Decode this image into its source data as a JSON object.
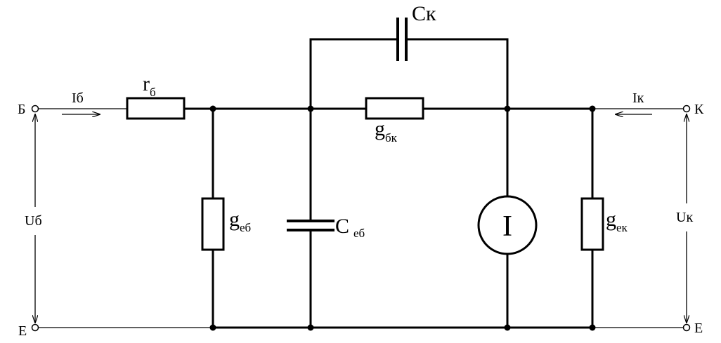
{
  "terminals": {
    "base": "Б",
    "emitter_left": "Е",
    "collector": "К",
    "emitter_right": "Е"
  },
  "currents": {
    "base": "Iб",
    "collector": "Iк"
  },
  "voltages": {
    "base": "Uб",
    "collector": "Uк"
  },
  "components": {
    "r_b": {
      "symbol": "r",
      "subscript": "б"
    },
    "g_eb": {
      "symbol": "g",
      "subscript": "еб"
    },
    "c_eb": {
      "symbol": "C",
      "subscript": "еб"
    },
    "g_bk": {
      "symbol": "g",
      "subscript": "бк"
    },
    "c_k": {
      "symbol": "Cк"
    },
    "current_source": {
      "symbol": "I"
    },
    "g_ek": {
      "symbol": "g",
      "subscript": "ек"
    }
  }
}
